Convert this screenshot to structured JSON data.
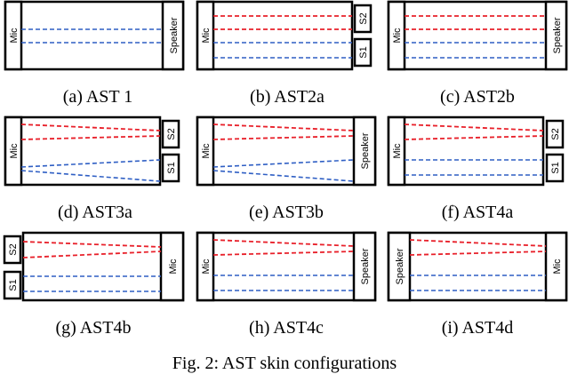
{
  "colors": {
    "red": "#e8202a",
    "blue": "#2f5fc4",
    "stroke": "#000000"
  },
  "figure_caption": "Fig. 2: AST skin configurations",
  "panels": [
    {
      "caption": "(a) AST 1",
      "left_box": "Mic",
      "right_boxes": [
        "Speaker"
      ],
      "lines": "blue-parallel"
    },
    {
      "caption": "(b) AST2a",
      "left_box": "Mic",
      "right_boxes": [
        "S2",
        "S1"
      ],
      "lines": "red-blue-parallel"
    },
    {
      "caption": "(c) AST2b",
      "left_box": "Mic",
      "right_boxes": [
        "Speaker"
      ],
      "lines": "red-blue-parallel"
    },
    {
      "caption": "(d) AST3a",
      "left_box": "Mic",
      "right_boxes": [
        "S2",
        "S1"
      ],
      "lines": "converge-both"
    },
    {
      "caption": "(e) AST3b",
      "left_box": "Mic",
      "right_boxes": [
        "Speaker"
      ],
      "lines": "converge-both"
    },
    {
      "caption": "(f) AST4a",
      "left_box": "Mic",
      "right_boxes": [
        "S2",
        "S1"
      ],
      "lines": "converge-red"
    },
    {
      "caption": "(g) AST4b",
      "left_box": "",
      "left_boxes": [
        "S2",
        "S1"
      ],
      "right_boxes": [
        "Mic"
      ],
      "lines": "converge-red-rev"
    },
    {
      "caption": "(h) AST4c",
      "left_box": "Mic",
      "right_boxes": [
        "Speaker"
      ],
      "lines": "converge-red"
    },
    {
      "caption": "(i) AST4d",
      "left_box": "Speaker",
      "right_boxes": [
        "Mic"
      ],
      "lines": "converge-red"
    }
  ]
}
